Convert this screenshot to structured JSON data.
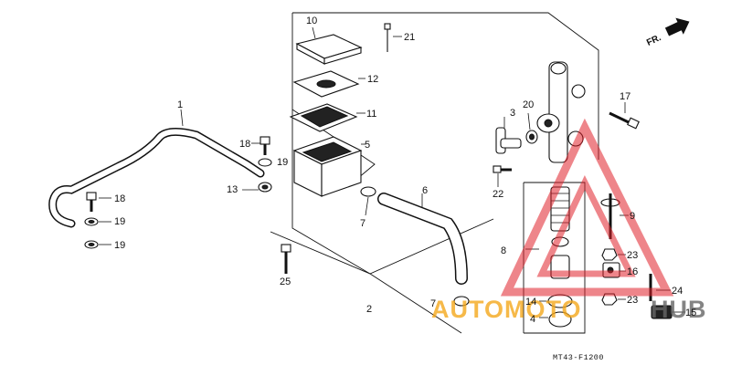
{
  "diagram": {
    "code": "MT43-F1200",
    "direction_label": "FR.",
    "watermark": {
      "part1": "AUTOMOTO",
      "part2": "HUB",
      "color_red": "#e0202a",
      "color_orange": "#f4a81c",
      "color_gray": "#666666"
    },
    "callouts": {
      "c1": "1",
      "c2": "2",
      "c3": "3",
      "c4": "4",
      "c5": "5",
      "c6": "6",
      "c7a": "7",
      "c7b": "7",
      "c8": "8",
      "c9": "9",
      "c10": "10",
      "c11": "11",
      "c12": "12",
      "c13": "13",
      "c14": "14",
      "c15": "15",
      "c16": "16",
      "c17": "17",
      "c18a": "18",
      "c18b": "18",
      "c19a": "19",
      "c19b": "19",
      "c19c": "19",
      "c20": "20",
      "c21": "21",
      "c22": "22",
      "c23a": "23",
      "c23b": "23",
      "c24": "24",
      "c25": "25"
    },
    "icons": [
      "direction-arrow-icon",
      "watermark-triangle-icon"
    ]
  }
}
